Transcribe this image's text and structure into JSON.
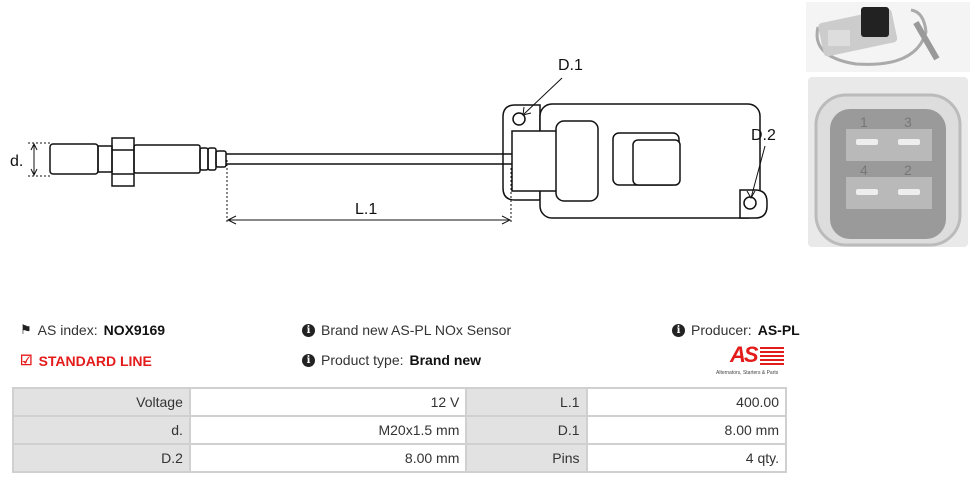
{
  "diagram": {
    "d_label": "d.",
    "l1_label": "L.1",
    "d1_label": "D.1",
    "d2_label": "D.2"
  },
  "photos": {
    "connector_pin_numbers": [
      "1",
      "3",
      "4",
      "2"
    ]
  },
  "info": {
    "as_index_label": "AS index:",
    "as_index_value": "NOX9169",
    "description": "Brand new AS-PL NOx Sensor",
    "producer_label": "Producer:",
    "producer_value": "AS-PL",
    "line": "STANDARD LINE",
    "product_type_label": "Product type:",
    "product_type_value": "Brand new"
  },
  "logo": {
    "text": "AS",
    "tagline": "Alternators, Starters & Parts"
  },
  "specs": [
    {
      "label1": "Voltage",
      "value1": "12 V",
      "label2": "L.1",
      "value2": "400.00"
    },
    {
      "label1": "d.",
      "value1": "M20x1.5 mm",
      "label2": "D.1",
      "value2": "8.00 mm"
    },
    {
      "label1": "D.2",
      "value1": "8.00 mm",
      "label2": "Pins",
      "value2": "4 qty."
    }
  ],
  "colors": {
    "accent": "#e41b1b",
    "label_bg": "#e2e2e2"
  }
}
